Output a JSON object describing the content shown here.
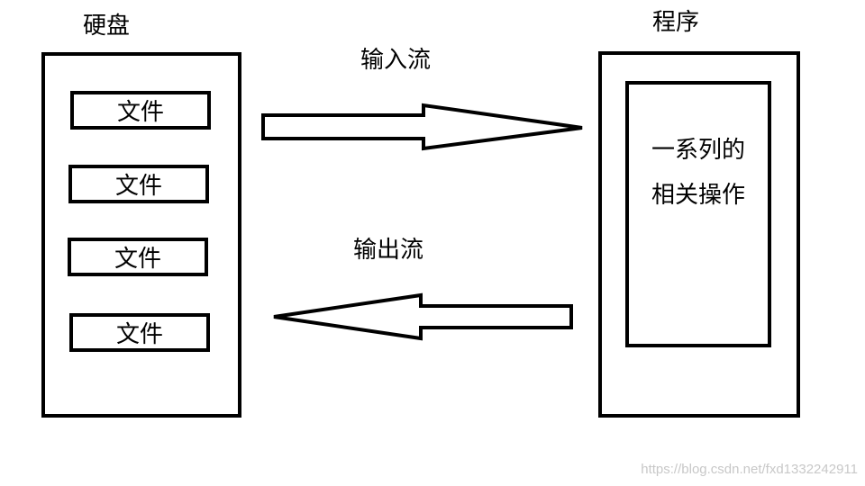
{
  "disk": {
    "title": "硬盘",
    "files": [
      "文件",
      "文件",
      "文件",
      "文件"
    ]
  },
  "program": {
    "title": "程序",
    "operations_line1": "一系列的",
    "operations_line2": "相关操作"
  },
  "flows": {
    "input": "输入流",
    "output": "输出流"
  },
  "watermark": "https://blog.csdn.net/fxd1332242911"
}
